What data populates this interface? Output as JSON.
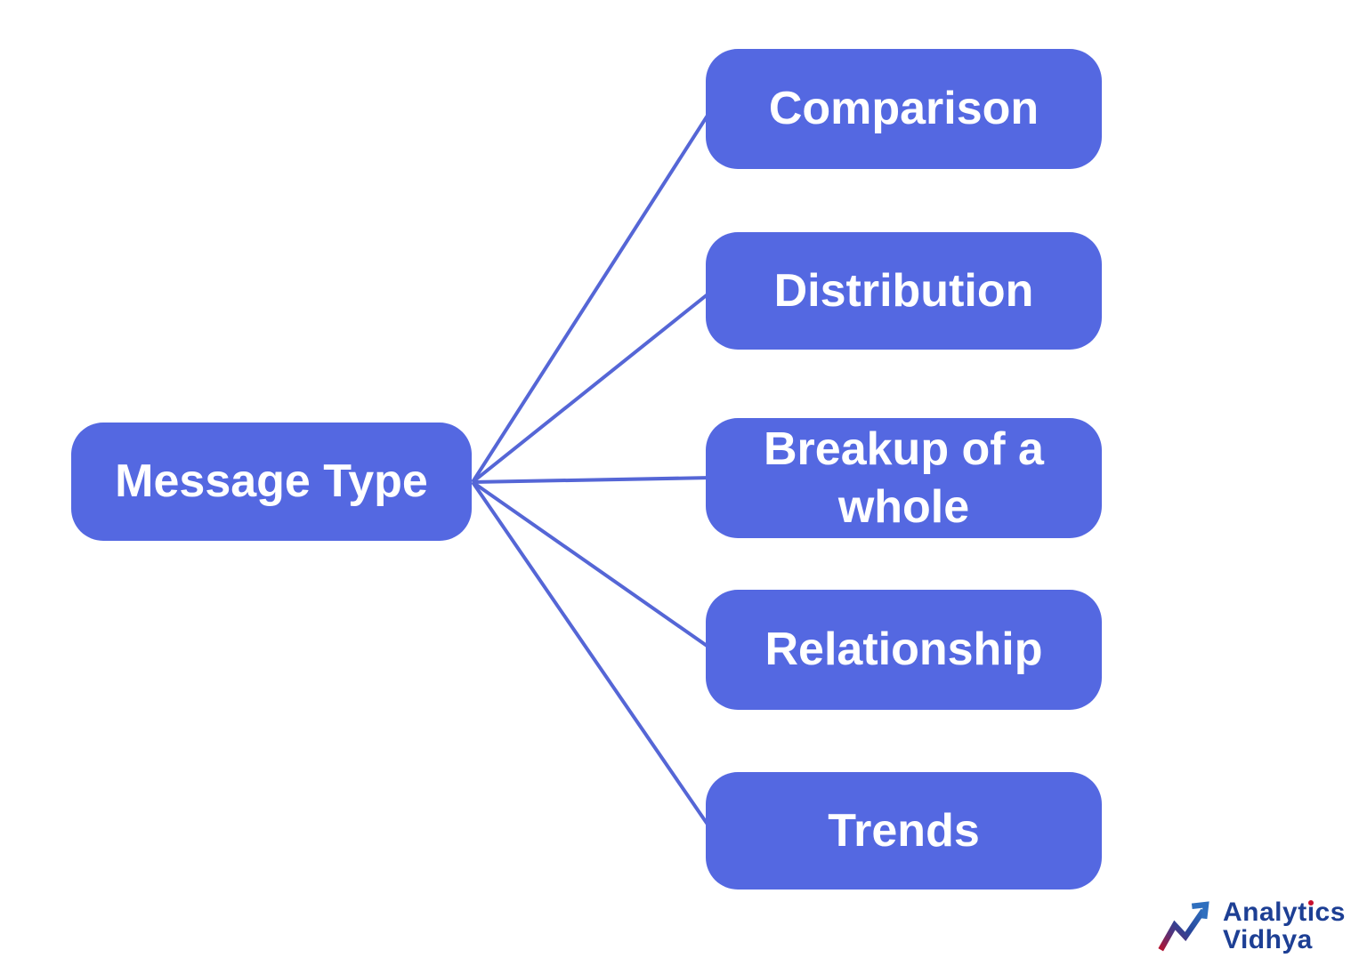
{
  "diagram": {
    "root": {
      "label": "Message Type"
    },
    "children": [
      {
        "label": "Comparison"
      },
      {
        "label": "Distribution"
      },
      {
        "label": "Breakup of a whole"
      },
      {
        "label": "Relationship"
      },
      {
        "label": "Trends"
      }
    ],
    "colors": {
      "node_fill": "#5468e1",
      "node_text": "#ffffff",
      "connector": "#5566d6",
      "background": "#ffffff"
    }
  },
  "logo": {
    "line1_pre": "Analyt",
    "line1_i_stem": "ı",
    "line1_post": "cs",
    "line2": "Vidhya",
    "colors": {
      "text": "#1d3f94",
      "accent_red": "#c8102e",
      "arrow_blue": "#2f6fbe"
    }
  }
}
